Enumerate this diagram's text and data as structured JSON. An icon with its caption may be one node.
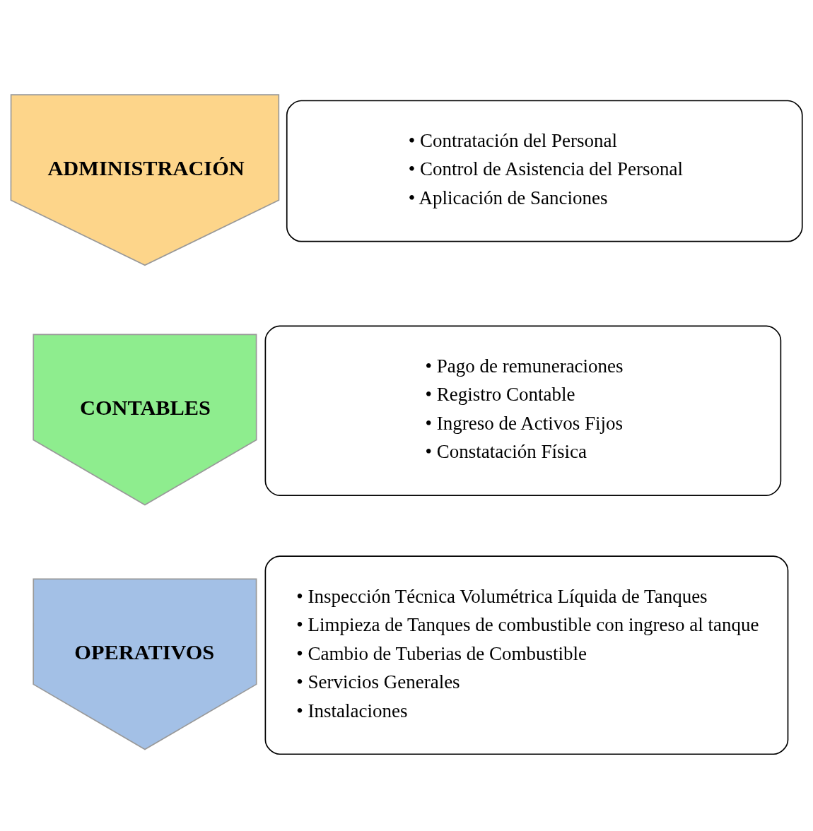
{
  "diagram": {
    "nodes": [
      {
        "text": [
          "ADMINISTRACIÓN"
        ]
      },
      {
        "text": [
          "• Contratación del Personal",
          "• Control de Asistencia del Personal",
          "• Aplicación de Sanciones"
        ]
      },
      {
        "text": [
          "CONTABLES"
        ]
      },
      {
        "text": [
          "• Pago de remuneraciones",
          "• Registro Contable",
          "• Ingreso de Activos Fijos",
          "• Constatación Física"
        ]
      },
      {
        "text": [
          "OPERATIVOS"
        ]
      },
      {
        "text": [
          "• Inspección Técnica Volumétrica Líquida de Tanques",
          "• Limpieza de Tanques de combustible con ingreso al tanque",
          "• Cambio de Tuberias de Combustible",
          "• Servicios Generales",
          "• Instalaciones"
        ]
      }
    ],
    "edges": []
  }
}
